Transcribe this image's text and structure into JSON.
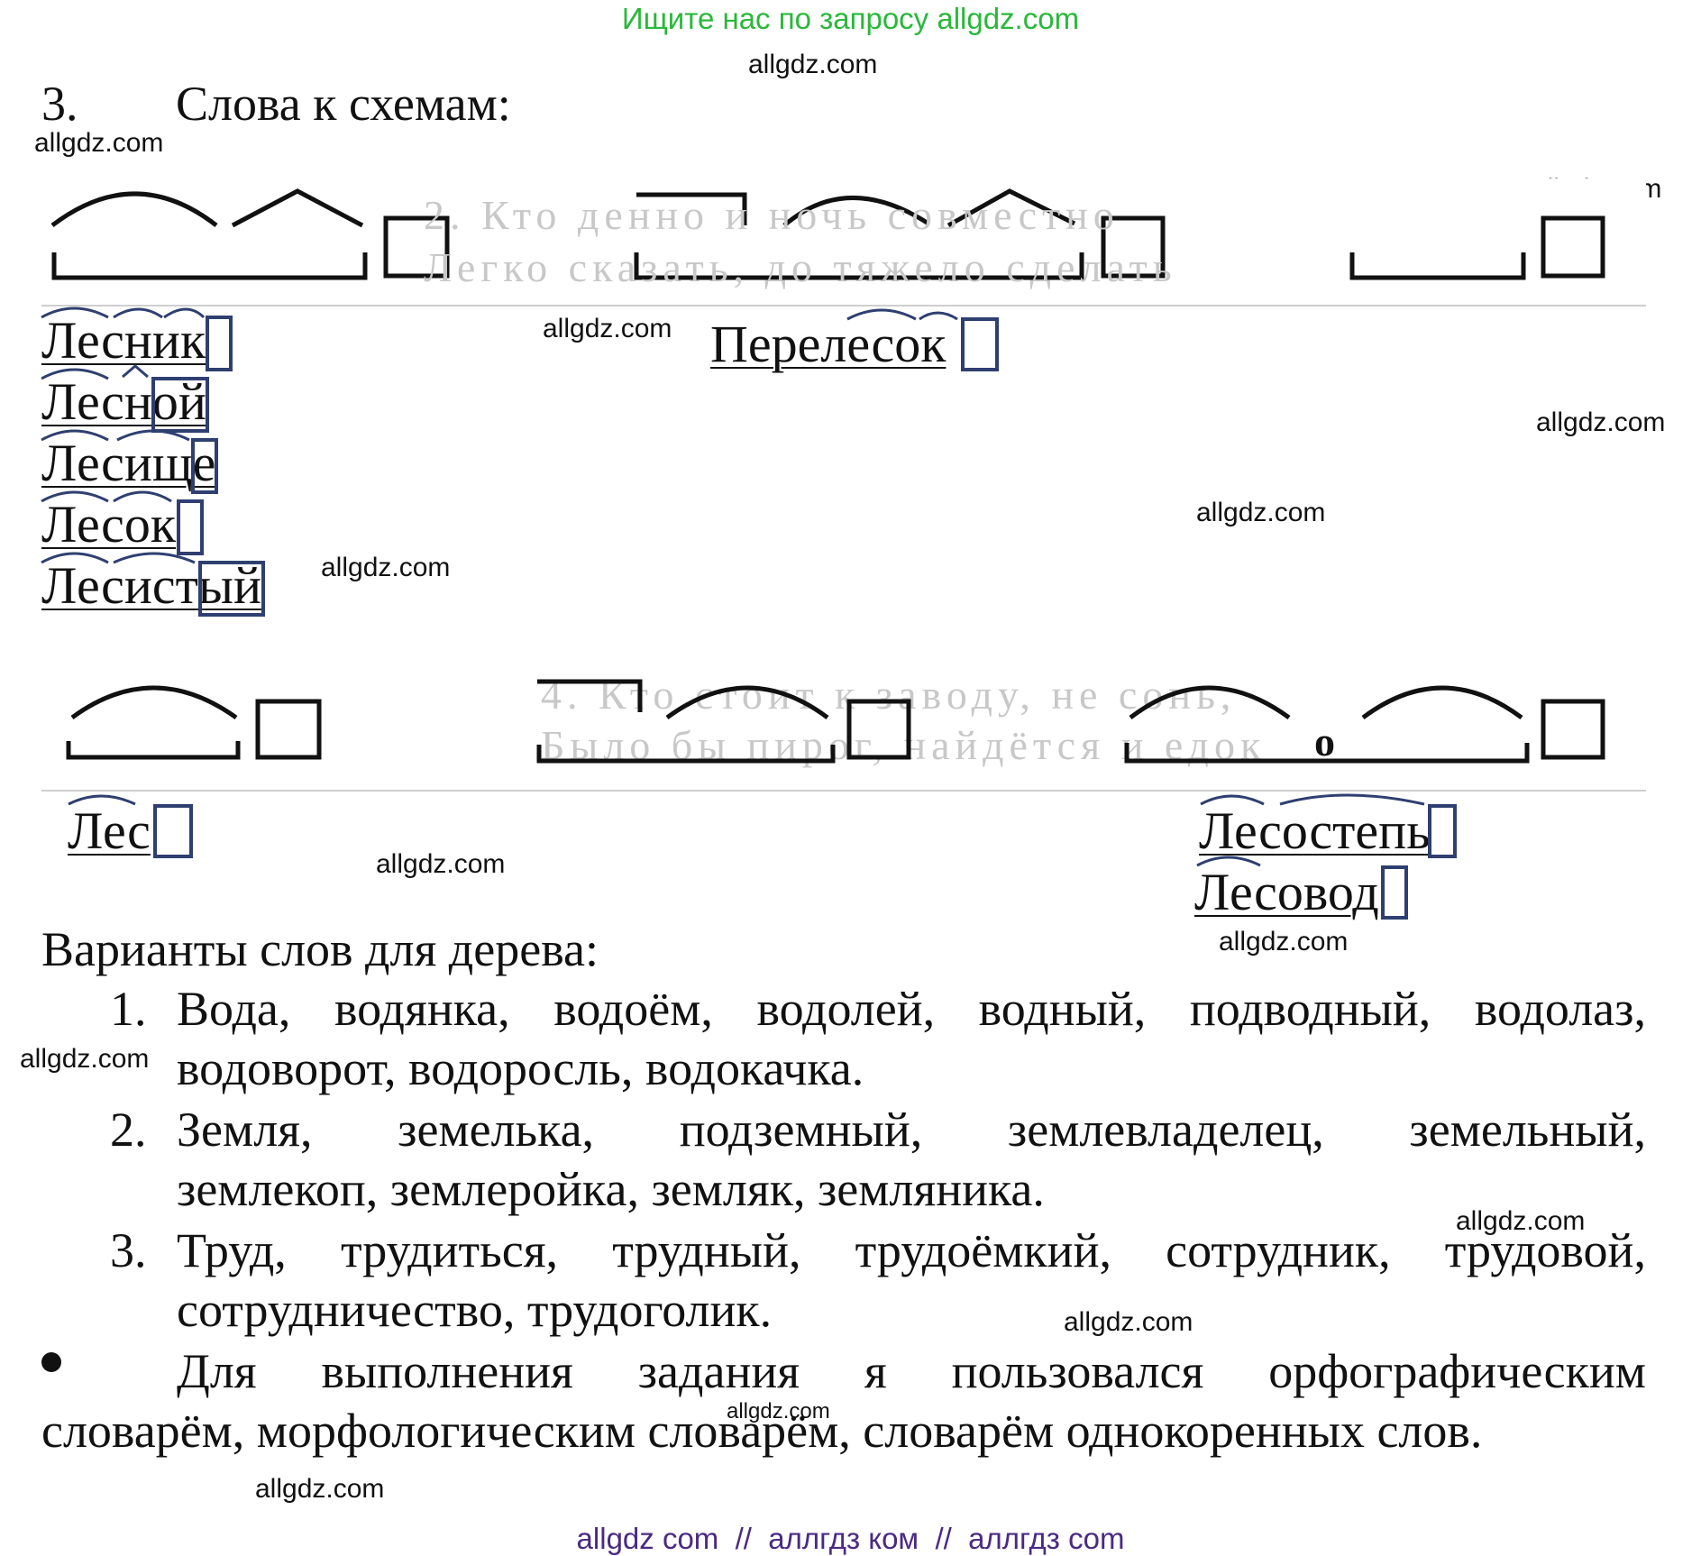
{
  "banner": "Ищите нас по запросу allgdz.com",
  "watermark": "allgdz.com",
  "task": {
    "number": "3.",
    "title": "Слова к схемам:"
  },
  "scheme_row1_words": {
    "col1": [
      "Лесник",
      "Лесной",
      "Лесище",
      "Лесок",
      "Лесистый"
    ],
    "col2": [
      "Перелесок"
    ]
  },
  "scheme_row2_words": {
    "col1": [
      "Лес"
    ],
    "col3": [
      "Лесостепь",
      "Лесовод"
    ]
  },
  "connector_letter": "о",
  "section_title": "Варианты слов для дерева:",
  "variants": [
    {
      "number": "1.",
      "line1": [
        "Вода,",
        "водянка,",
        "водоём,",
        "водолей,",
        "водный,",
        "подводный,",
        "водолаз,"
      ],
      "line2": "водоворот, водоросль, водокачка."
    },
    {
      "number": "2.",
      "line1": [
        "Земля,",
        "земелька,",
        "подземный,",
        "землевладелец,",
        "земельный,"
      ],
      "line2": "землекоп, землеройка, земляк, земляника."
    },
    {
      "number": "3.",
      "line1": [
        "Труд,",
        "трудиться,",
        "трудный,",
        "трудоёмкий,",
        "сотрудник,",
        "трудовой,"
      ],
      "line2": "сотрудничество, трудоголик."
    }
  ],
  "note": {
    "line1": [
      "Для",
      "выполнения",
      "задания",
      "я",
      "пользовался",
      "орфографическим"
    ],
    "line2": "словарём, морфологическим словарём, словарём однокоренных слов."
  },
  "footer": "allgdz com  //  аллгдз ком  //  аллгдз com",
  "colors": {
    "banner": "#29b83a",
    "footer": "#4a2a83",
    "morpheme_marks": "#2e3f70"
  }
}
